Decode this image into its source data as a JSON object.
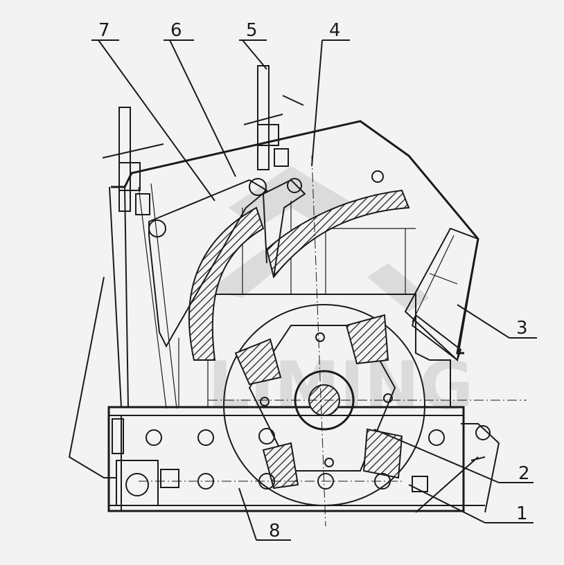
{
  "diagram": {
    "callouts": [
      {
        "id": "callout-1",
        "text": "1"
      },
      {
        "id": "callout-2",
        "text": "2"
      },
      {
        "id": "callout-3",
        "text": "3"
      },
      {
        "id": "callout-4",
        "text": "4"
      },
      {
        "id": "callout-5",
        "text": "5"
      },
      {
        "id": "callout-6",
        "text": "6"
      },
      {
        "id": "callout-7",
        "text": "7"
      },
      {
        "id": "callout-8",
        "text": "8"
      }
    ],
    "watermark_text": "LIMING",
    "colors": {
      "line": "#1a1a1a",
      "background": "#f3f3f3",
      "watermark": "#d9d9d9"
    }
  }
}
